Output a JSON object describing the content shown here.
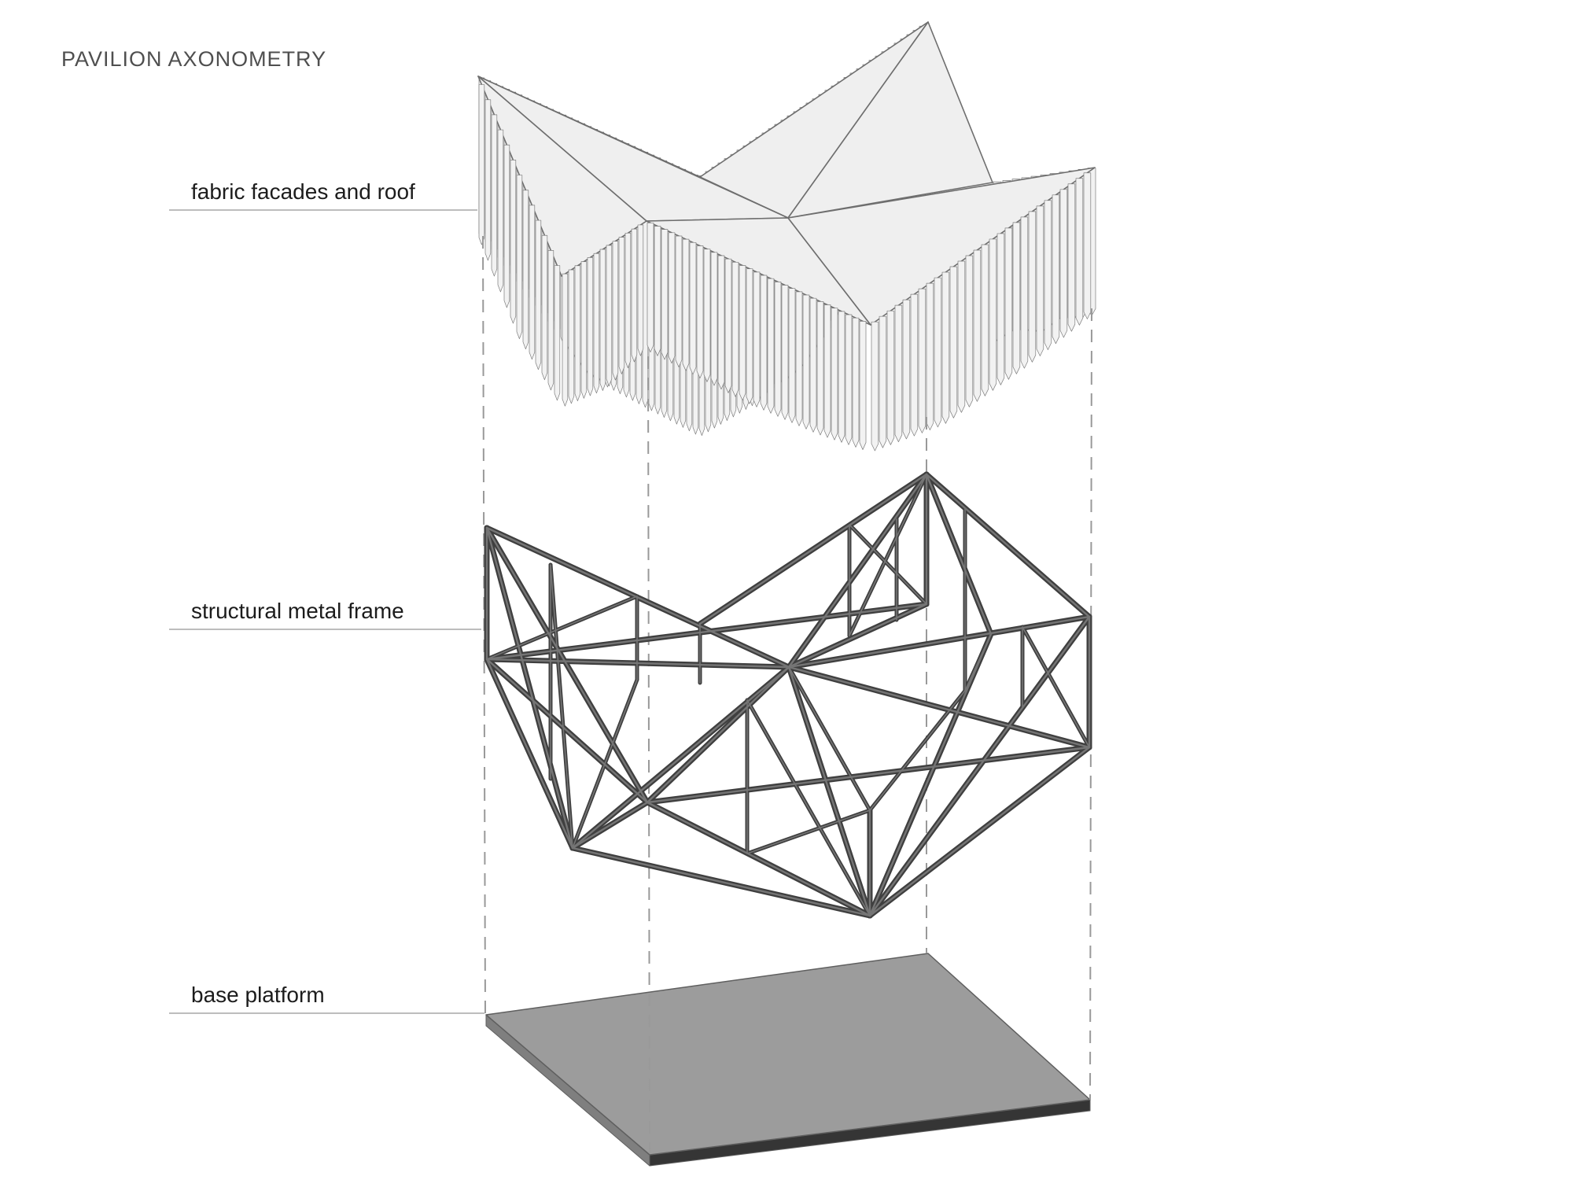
{
  "title": "PAVILION AXONOMETRY",
  "diagram": {
    "type": "exploded-axonometric-architecture-diagram",
    "layers": [
      {
        "id": "roof",
        "label": "fabric facades and roof"
      },
      {
        "id": "frame",
        "label": "structural metal frame"
      },
      {
        "id": "platform",
        "label": "base platform"
      }
    ]
  },
  "colors": {
    "background": "#ffffff",
    "roof_fill": "#efefef",
    "roof_stroke": "#6e6e6e",
    "fringe_fill": "#f2f2f2",
    "fringe_stroke": "#7d7d7d",
    "frame_dark": "#3f3f3f",
    "frame_light": "#757575",
    "platform_top": "#9c9c9c",
    "platform_side_left": "#7f7f7f",
    "platform_side_front": "#353535",
    "platform_stroke": "#5f5f5f",
    "guide_line": "#999999",
    "leader_line": "#bdbdbd",
    "label_color": "#1c1c1c",
    "title_color": "#4f4f4f"
  }
}
